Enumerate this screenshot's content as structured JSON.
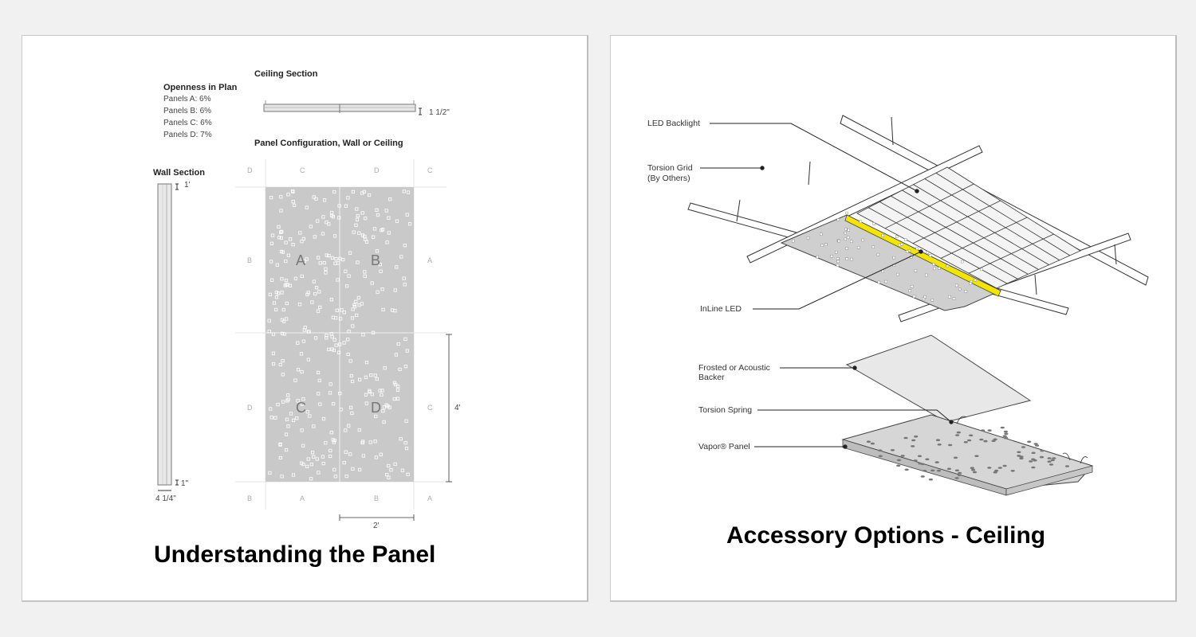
{
  "left_panel": {
    "caption": "Understanding the Panel",
    "openness": {
      "title": "Openness in Plan",
      "items": [
        "Panels A: 6%",
        "Panels B: 6%",
        "Panels C: 6%",
        "Panels D: 7%"
      ]
    },
    "ceiling_section": {
      "title": "Ceiling Section",
      "dimension": "1 1/2\""
    },
    "panel_config": {
      "title": "Panel Configuration, Wall or Ceiling",
      "dimension_height": "4'",
      "dimension_width": "2'",
      "main_labels": [
        "A",
        "B",
        "C",
        "D"
      ],
      "ghost_top": [
        "D",
        "C",
        "D",
        "C"
      ],
      "ghost_side_left": [
        "B",
        "D"
      ],
      "ghost_side_right": [
        "A",
        "C"
      ],
      "ghost_bottom": [
        "B",
        "A",
        "B",
        "A"
      ]
    },
    "wall_section": {
      "title": "Wall Section",
      "dim_top": "1'",
      "dim_bottom": "1\"",
      "dim_width": "4 1/4\""
    }
  },
  "right_panel": {
    "caption": "Accessory Options - Ceiling",
    "callouts": {
      "led_backlight": "LED Backlight",
      "torsion_grid_line1": "Torsion Grid",
      "torsion_grid_line2": "(By Others)",
      "inline_led": "InLine LED",
      "backer_line1": "Frosted or Acoustic",
      "backer_line2": "Backer",
      "torsion_spring": "Torsion Spring",
      "vapor_panel": "Vapor® Panel"
    }
  },
  "colors": {
    "panel_gray": "#c9c9c9",
    "led_yellow": "#f2e600",
    "background": "#f1f1f1"
  }
}
